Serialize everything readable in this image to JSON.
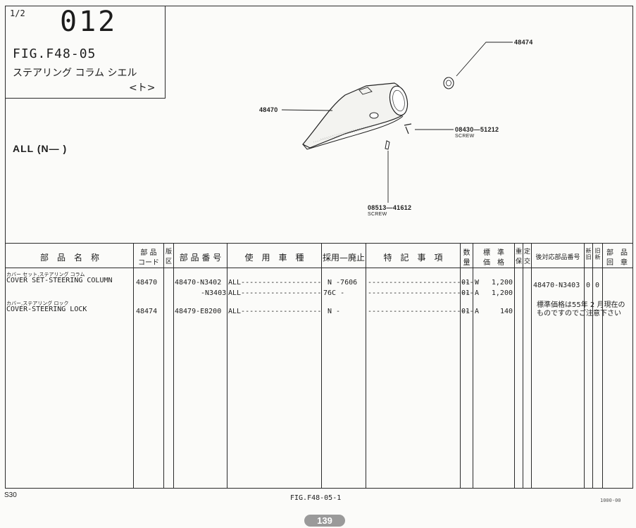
{
  "header": {
    "page_fraction": "1/2",
    "group_number": "012",
    "figure_code": "FIG.F48-05",
    "part_group_name": "ステアリング コラム シエル",
    "part_group_sub": "<ト>",
    "applicability": "ALL (N—     )"
  },
  "diagram": {
    "callouts": [
      {
        "code": "48474",
        "sub": ""
      },
      {
        "code": "48470",
        "sub": ""
      },
      {
        "code": "08430—51212",
        "sub": "SCREW"
      },
      {
        "code": "08513—41612",
        "sub": "SCREW"
      }
    ]
  },
  "table": {
    "columns": [
      "部 品 名 称",
      "部 品 コード",
      "版区",
      "部 品 番 号",
      "使 用 車 種",
      "採用—廃止",
      "特 記 事 項",
      "数量",
      "標準 価格",
      "重保",
      "定交",
      "後対応部品番号",
      "新↓旧",
      "旧↓新",
      "部 品 回 章"
    ],
    "col_headers": {
      "name": "部　品　名　称",
      "code_top": "部 品",
      "code_bot": "コード",
      "ver_top": "版",
      "ver_bot": "区",
      "part_no": "部 品 番 号",
      "model": "使　用　車　種",
      "adopt": "採用—廃止",
      "remarks": "特　記　事　項",
      "qty_top": "数",
      "qty_bot": "量",
      "price_top": "標　準",
      "price_bot": "価　格",
      "juu_top": "重",
      "juu_bot": "保",
      "tei_top": "定",
      "tei_bot": "交",
      "after": "後対応部品番号",
      "new_old": "新旧",
      "old_new": "旧新",
      "chapter_top": "部",
      "chapter_mid": "回",
      "chapter_top2": "品",
      "chapter_bot2": "章"
    },
    "rows": [
      {
        "kana": "カバー セット,ステアリング コラム",
        "name": "COVER SET-STEERING COLUMN",
        "code": "48470",
        "part_no": "48470-N3402",
        "model": "ALL-------------------",
        "adopt": "N  -7606",
        "remarks": "-------------------------",
        "qty": "01",
        "price_code": "W",
        "price": "1,200",
        "after": "48470-N3403",
        "new_old": "0",
        "old_new": "0"
      },
      {
        "kana": "",
        "name": "",
        "code": "",
        "part_no": "-N3403",
        "model": "ALL-------------------",
        "adopt": "76C -",
        "remarks": "-------------------------",
        "qty": "01",
        "price_code": "A",
        "price": "1,200",
        "after": "",
        "new_old": "",
        "old_new": ""
      },
      {
        "kana": "カバー,ステアリング ロック",
        "name": "COVER-STEERING LOCK",
        "code": "48474",
        "part_no": "48479-E8200",
        "model": "ALL-------------------",
        "adopt": "N  -",
        "remarks": "-------------------------",
        "qty": "01",
        "price_code": "A",
        "price": "140",
        "after": "",
        "new_old": "",
        "old_new": ""
      }
    ],
    "note_line1": "標準価格は55年 2 月現在の",
    "note_line2": "ものですのでご注意下さい"
  },
  "footer": {
    "model_code": "S30",
    "figure_ref": "FIG.F48-05-1",
    "corner": "1000-00",
    "page_number": "139"
  }
}
